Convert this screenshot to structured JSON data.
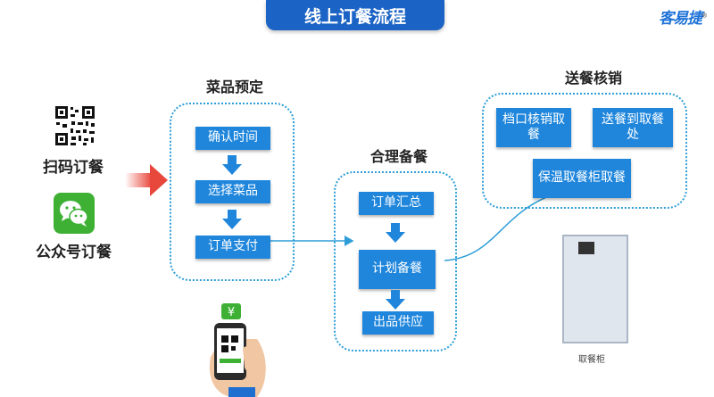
{
  "header": {
    "title": "线上订餐流程"
  },
  "logo": {
    "text": "客易捷",
    "mark": "®"
  },
  "channels": [
    {
      "label": "扫码订餐",
      "icon": "qr-code-icon"
    },
    {
      "label": "公众号订餐",
      "icon": "wechat-icon"
    }
  ],
  "groups": {
    "menu": {
      "title": "菜品预定",
      "steps": [
        "确认时间",
        "选择菜品",
        "订单支付"
      ]
    },
    "prep": {
      "title": "合理备餐",
      "steps": [
        "订单汇总",
        "计划备餐",
        "出品供应"
      ]
    },
    "pickup": {
      "title": "送餐核销",
      "steps": [
        "档口核销取餐",
        "送餐到取餐处",
        "保温取餐柜取餐"
      ]
    }
  },
  "locker": {
    "caption": "取餐柜"
  },
  "phone": {
    "currency_icon": "yen-icon",
    "badge": "¥"
  },
  "colors": {
    "title_bg": "#1b63c4",
    "step_bg": "#1f86dc",
    "dotted_border": "#2f9ed8",
    "arrow_red": "#e8483c",
    "wechat_green": "#3eb135"
  }
}
